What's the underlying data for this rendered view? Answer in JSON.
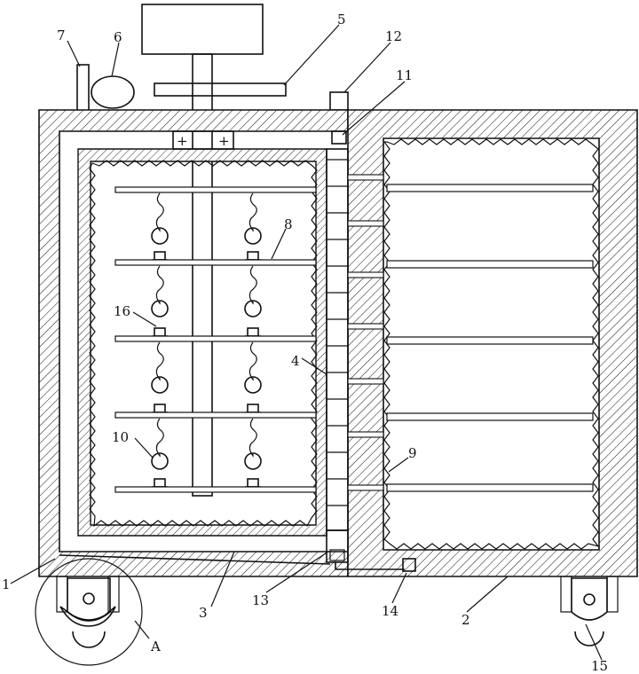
{
  "figure": {
    "labels": {
      "n1": "1",
      "n2": "2",
      "n3": "3",
      "n4": "4",
      "n5": "5",
      "n6": "6",
      "n7": "7",
      "n8": "8",
      "n9": "9",
      "n10": "10",
      "n11": "11",
      "n12": "12",
      "n13": "13",
      "n14": "14",
      "n15": "15",
      "n16": "16",
      "detail": "A"
    },
    "plus_marks": [
      "+",
      "+"
    ]
  }
}
